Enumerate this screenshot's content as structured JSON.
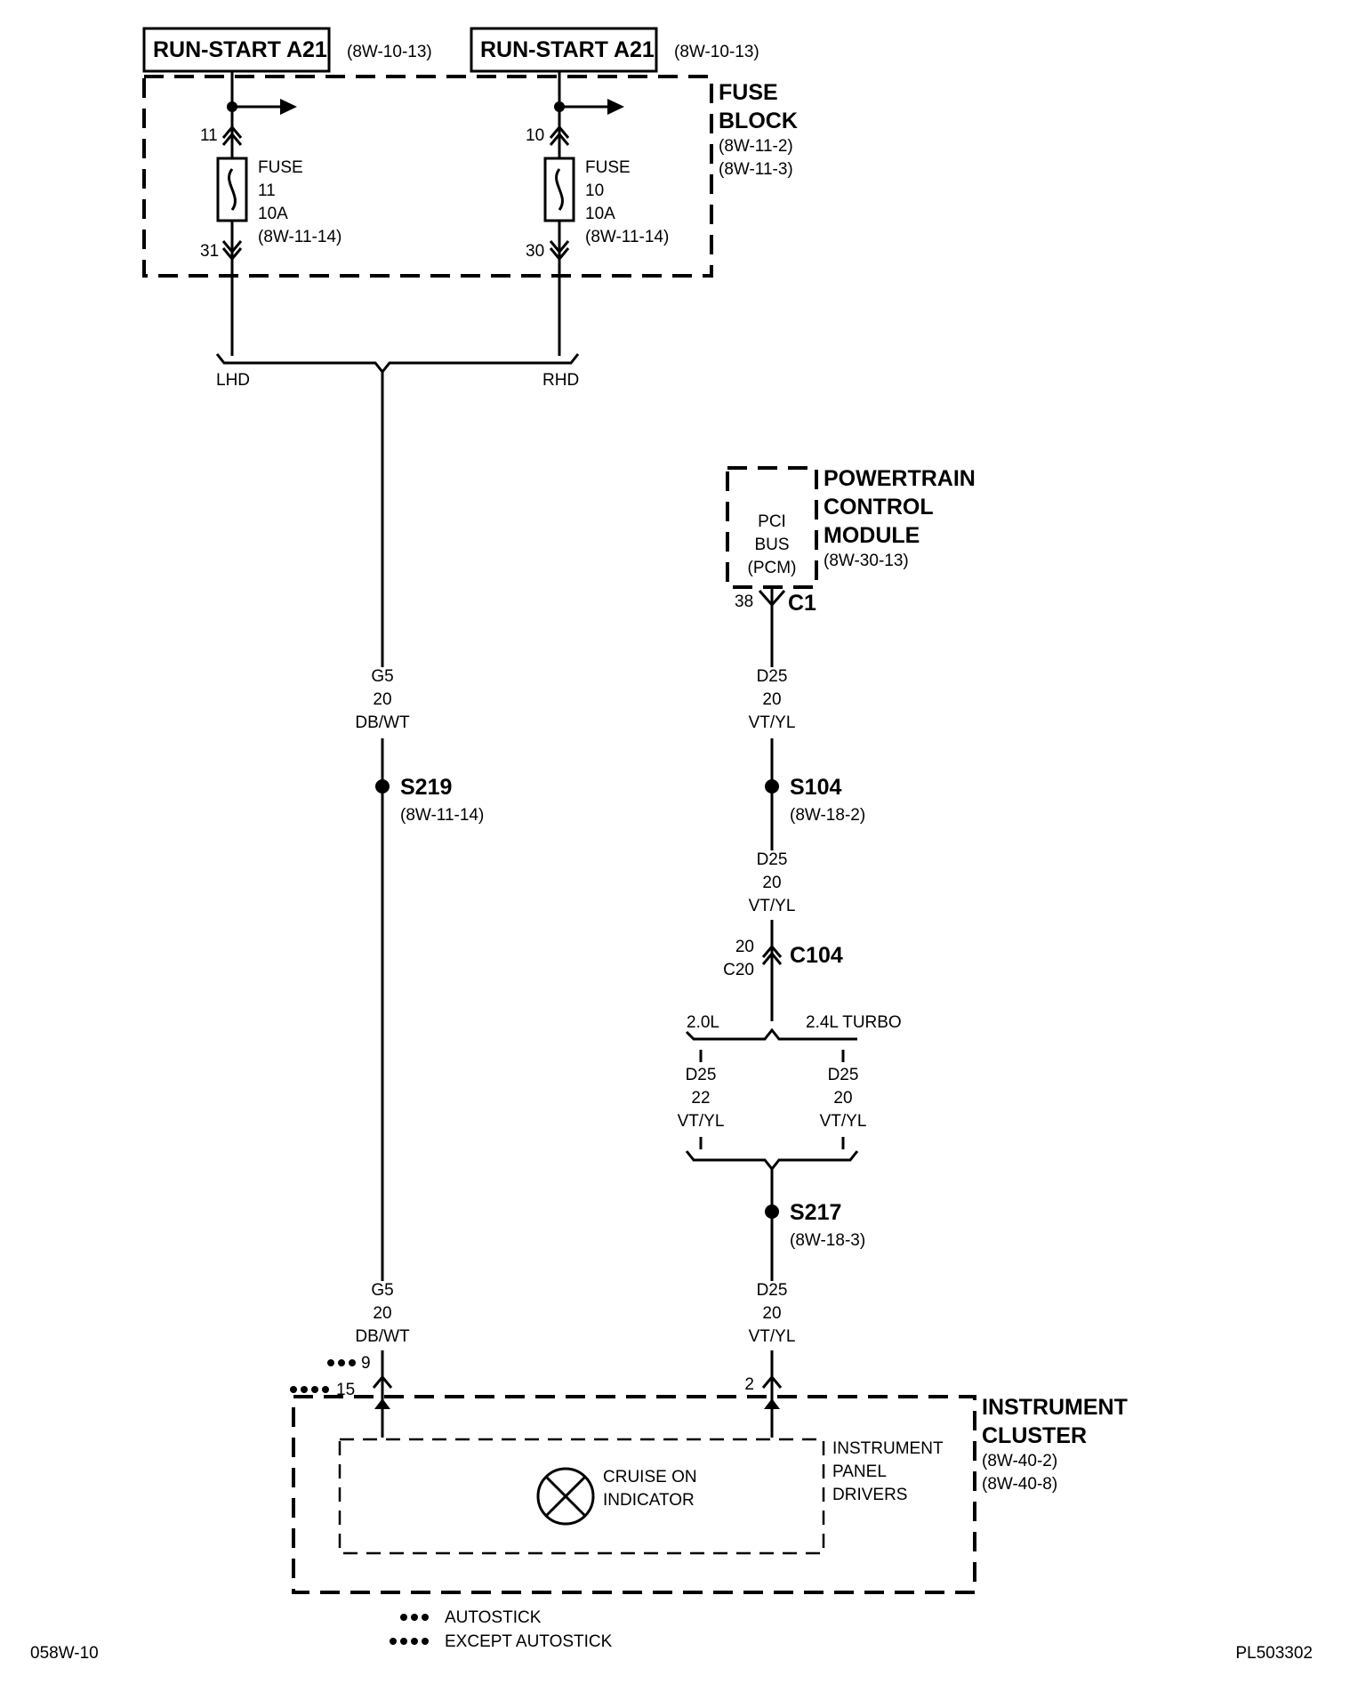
{
  "power_sources": [
    {
      "label": "RUN-START A21",
      "ref": "(8W-10-13)"
    },
    {
      "label": "RUN-START A21",
      "ref": "(8W-10-13)"
    }
  ],
  "fuse_block": {
    "title_1": "FUSE",
    "title_2": "BLOCK",
    "ref_1": "(8W-11-2)",
    "ref_2": "(8W-11-3)"
  },
  "fuses": [
    {
      "in_pin": "11",
      "out_pin": "31",
      "line1": "FUSE",
      "line2": "11",
      "line3": "10A",
      "ref": "(8W-11-14)"
    },
    {
      "in_pin": "10",
      "out_pin": "30",
      "line1": "FUSE",
      "line2": "10",
      "line3": "10A",
      "ref": "(8W-11-14)"
    }
  ],
  "branch": {
    "left": "LHD",
    "right": "RHD"
  },
  "left_wire": {
    "circuit": "G5",
    "gauge": "20",
    "color": "DB/WT"
  },
  "splice_s219": {
    "name": "S219",
    "ref": "(8W-11-14)"
  },
  "left_wire_lower": {
    "circuit": "G5",
    "gauge": "20",
    "color": "DB/WT"
  },
  "pcm": {
    "title_1": "POWERTRAIN",
    "title_2": "CONTROL",
    "title_3": "MODULE",
    "ref": "(8W-30-13)",
    "inner_1": "PCI",
    "inner_2": "BUS",
    "inner_3": "(PCM)",
    "pin": "38",
    "connector": "C1"
  },
  "right_wire_1": {
    "circuit": "D25",
    "gauge": "20",
    "color": "VT/YL"
  },
  "splice_s104": {
    "name": "S104",
    "ref": "(8W-18-2)"
  },
  "right_wire_2": {
    "circuit": "D25",
    "gauge": "20",
    "color": "VT/YL"
  },
  "c104": {
    "name": "C104",
    "pin_a": "20",
    "pin_b": "C20"
  },
  "engine_branch": {
    "left": "2.0L",
    "right": "2.4L TURBO"
  },
  "branch_wire_left": {
    "circuit": "D25",
    "gauge": "22",
    "color": "VT/YL"
  },
  "branch_wire_right": {
    "circuit": "D25",
    "gauge": "20",
    "color": "VT/YL"
  },
  "splice_s217": {
    "name": "S217",
    "ref": "(8W-18-3)"
  },
  "right_wire_3": {
    "circuit": "D25",
    "gauge": "20",
    "color": "VT/YL"
  },
  "cluster_pins": {
    "pin_autostick": "9",
    "pin_except": "15",
    "pin_right": "2"
  },
  "instrument_cluster": {
    "title_1": "INSTRUMENT",
    "title_2": "CLUSTER",
    "ref_1": "(8W-40-2)",
    "ref_2": "(8W-40-8)"
  },
  "drivers": {
    "line1": "INSTRUMENT",
    "line2": "PANEL",
    "line3": "DRIVERS"
  },
  "indicator": {
    "line1": "CRUISE ON",
    "line2": "INDICATOR"
  },
  "legend": {
    "autostick": "AUTOSTICK",
    "except": "EXCEPT AUTOSTICK"
  },
  "footer": {
    "left": "058W-10",
    "right": "PL503302"
  }
}
